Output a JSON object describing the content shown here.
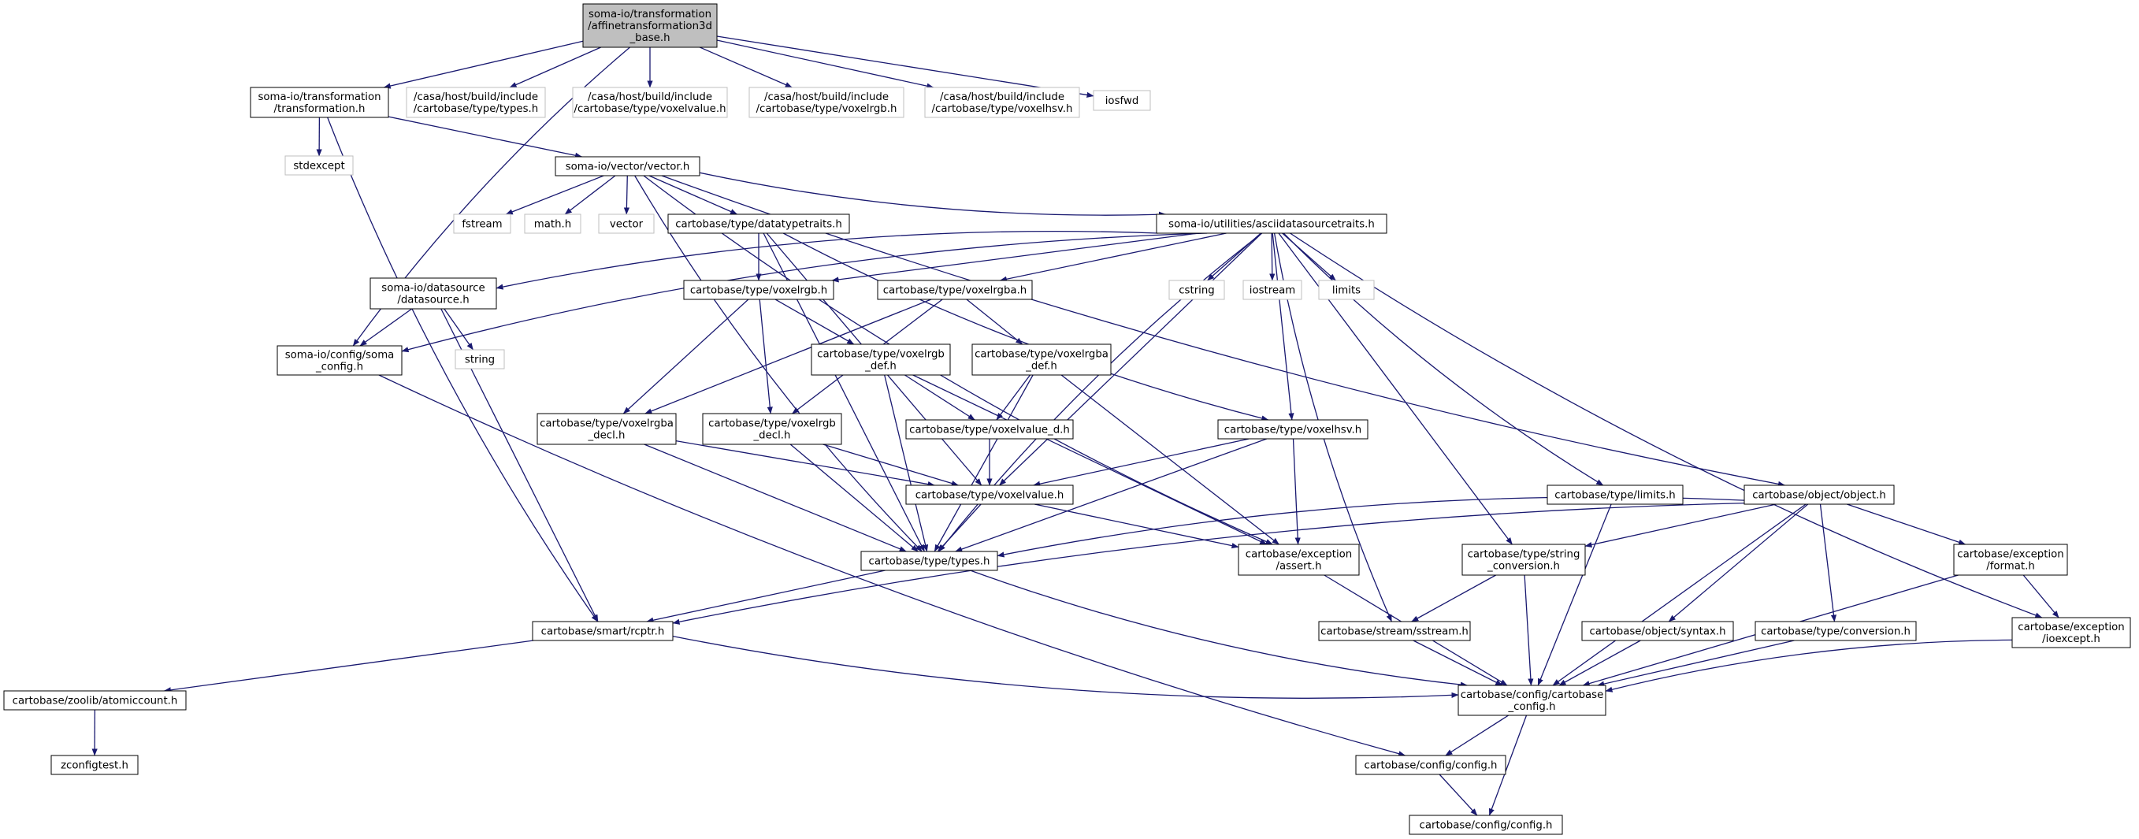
{
  "graph": {
    "colors": {
      "edge": "#191970",
      "node_border": "#000000",
      "node_border_external": "#bfbfbf",
      "node_fill": "#ffffff",
      "root_fill": "#bfbfbf",
      "text": "#000000"
    },
    "nodes": [
      {
        "id": "root",
        "lines": [
          "soma-io/transformation",
          "/affinetransformation3d",
          "_base.h"
        ],
        "kind": "root"
      },
      {
        "id": "transformation",
        "lines": [
          "soma-io/transformation",
          "/transformation.h"
        ],
        "kind": "internal"
      },
      {
        "id": "casa_types",
        "lines": [
          "/casa/host/build/include",
          "/cartobase/type/types.h"
        ],
        "kind": "external"
      },
      {
        "id": "casa_voxelvalue",
        "lines": [
          "/casa/host/build/include",
          "/cartobase/type/voxelvalue.h"
        ],
        "kind": "external"
      },
      {
        "id": "casa_voxelrgb",
        "lines": [
          "/casa/host/build/include",
          "/cartobase/type/voxelrgb.h"
        ],
        "kind": "external"
      },
      {
        "id": "casa_voxelhsv",
        "lines": [
          "/casa/host/build/include",
          "/cartobase/type/voxelhsv.h"
        ],
        "kind": "external"
      },
      {
        "id": "iosfwd",
        "lines": [
          "iosfwd"
        ],
        "kind": "external"
      },
      {
        "id": "stdexcept",
        "lines": [
          "stdexcept"
        ],
        "kind": "external"
      },
      {
        "id": "vector_h",
        "lines": [
          "soma-io/vector/vector.h"
        ],
        "kind": "internal"
      },
      {
        "id": "fstream",
        "lines": [
          "fstream"
        ],
        "kind": "external"
      },
      {
        "id": "math",
        "lines": [
          "math.h"
        ],
        "kind": "external"
      },
      {
        "id": "vector",
        "lines": [
          "vector"
        ],
        "kind": "external"
      },
      {
        "id": "datatypetraits",
        "lines": [
          "cartobase/type/datatypetraits.h"
        ],
        "kind": "internal"
      },
      {
        "id": "asciidst",
        "lines": [
          "soma-io/utilities/asciidatasourcetraits.h"
        ],
        "kind": "internal"
      },
      {
        "id": "datasource",
        "lines": [
          "soma-io/datasource",
          "/datasource.h"
        ],
        "kind": "internal"
      },
      {
        "id": "voxelrgb",
        "lines": [
          "cartobase/type/voxelrgb.h"
        ],
        "kind": "internal"
      },
      {
        "id": "voxelrgba",
        "lines": [
          "cartobase/type/voxelrgba.h"
        ],
        "kind": "internal"
      },
      {
        "id": "cstring",
        "lines": [
          "cstring"
        ],
        "kind": "external"
      },
      {
        "id": "iostream",
        "lines": [
          "iostream"
        ],
        "kind": "external"
      },
      {
        "id": "limits",
        "lines": [
          "limits"
        ],
        "kind": "external"
      },
      {
        "id": "soma_config",
        "lines": [
          "soma-io/config/soma",
          "_config.h"
        ],
        "kind": "internal"
      },
      {
        "id": "string",
        "lines": [
          "string"
        ],
        "kind": "external"
      },
      {
        "id": "voxelrgb_def",
        "lines": [
          "cartobase/type/voxelrgb",
          "_def.h"
        ],
        "kind": "internal"
      },
      {
        "id": "voxelrgba_def",
        "lines": [
          "cartobase/type/voxelrgba",
          "_def.h"
        ],
        "kind": "internal"
      },
      {
        "id": "voxelrgba_decl",
        "lines": [
          "cartobase/type/voxelrgba",
          "_decl.h"
        ],
        "kind": "internal"
      },
      {
        "id": "voxelrgb_decl",
        "lines": [
          "cartobase/type/voxelrgb",
          "_decl.h"
        ],
        "kind": "internal"
      },
      {
        "id": "voxelvalue_d",
        "lines": [
          "cartobase/type/voxelvalue_d.h"
        ],
        "kind": "internal"
      },
      {
        "id": "voxelhsv",
        "lines": [
          "cartobase/type/voxelhsv.h"
        ],
        "kind": "internal"
      },
      {
        "id": "voxelvalue",
        "lines": [
          "cartobase/type/voxelvalue.h"
        ],
        "kind": "internal"
      },
      {
        "id": "type_limits",
        "lines": [
          "cartobase/type/limits.h"
        ],
        "kind": "internal"
      },
      {
        "id": "object",
        "lines": [
          "cartobase/object/object.h"
        ],
        "kind": "internal"
      },
      {
        "id": "types",
        "lines": [
          "cartobase/type/types.h"
        ],
        "kind": "internal"
      },
      {
        "id": "assert",
        "lines": [
          "cartobase/exception",
          "/assert.h"
        ],
        "kind": "internal"
      },
      {
        "id": "string_conv",
        "lines": [
          "cartobase/type/string",
          "_conversion.h"
        ],
        "kind": "internal"
      },
      {
        "id": "exc_format",
        "lines": [
          "cartobase/exception",
          "/format.h"
        ],
        "kind": "internal"
      },
      {
        "id": "rcptr",
        "lines": [
          "cartobase/smart/rcptr.h"
        ],
        "kind": "internal"
      },
      {
        "id": "sstream",
        "lines": [
          "cartobase/stream/sstream.h"
        ],
        "kind": "internal"
      },
      {
        "id": "syntax",
        "lines": [
          "cartobase/object/syntax.h"
        ],
        "kind": "internal"
      },
      {
        "id": "conversion",
        "lines": [
          "cartobase/type/conversion.h"
        ],
        "kind": "internal"
      },
      {
        "id": "ioexcept",
        "lines": [
          "cartobase/exception",
          "/ioexcept.h"
        ],
        "kind": "internal"
      },
      {
        "id": "atomiccount",
        "lines": [
          "cartobase/zoolib/atomiccount.h"
        ],
        "kind": "internal"
      },
      {
        "id": "cartobase_config",
        "lines": [
          "cartobase/config/cartobase",
          "_config.h"
        ],
        "kind": "internal"
      },
      {
        "id": "zconfigtest",
        "lines": [
          "zconfigtest.h"
        ],
        "kind": "internal"
      },
      {
        "id": "config_config1",
        "lines": [
          "cartobase/config/config.h"
        ],
        "kind": "internal"
      },
      {
        "id": "config_config2",
        "lines": [
          "cartobase/config/config.h"
        ],
        "kind": "internal"
      }
    ],
    "edges": [
      [
        "root",
        "transformation"
      ],
      [
        "root",
        "casa_types"
      ],
      [
        "root",
        "casa_voxelvalue"
      ],
      [
        "root",
        "casa_voxelrgb"
      ],
      [
        "root",
        "casa_voxelhsv"
      ],
      [
        "root",
        "iosfwd"
      ],
      [
        "root",
        "soma_config"
      ],
      [
        "transformation",
        "stdexcept"
      ],
      [
        "transformation",
        "vector_h"
      ],
      [
        "transformation",
        "rcptr"
      ],
      [
        "vector_h",
        "fstream"
      ],
      [
        "vector_h",
        "math"
      ],
      [
        "vector_h",
        "vector"
      ],
      [
        "vector_h",
        "datatypetraits"
      ],
      [
        "vector_h",
        "asciidst"
      ],
      [
        "vector_h",
        "types"
      ],
      [
        "vector_h",
        "object"
      ],
      [
        "vector_h",
        "assert"
      ],
      [
        "datatypetraits",
        "voxelrgb"
      ],
      [
        "datatypetraits",
        "voxelhsv"
      ],
      [
        "datatypetraits",
        "voxelvalue"
      ],
      [
        "datatypetraits",
        "types"
      ],
      [
        "asciidst",
        "datasource"
      ],
      [
        "asciidst",
        "soma_config"
      ],
      [
        "asciidst",
        "voxelrgb"
      ],
      [
        "asciidst",
        "voxelrgba"
      ],
      [
        "asciidst",
        "cstring"
      ],
      [
        "asciidst",
        "iostream"
      ],
      [
        "asciidst",
        "limits"
      ],
      [
        "asciidst",
        "voxelhsv"
      ],
      [
        "asciidst",
        "voxelvalue"
      ],
      [
        "asciidst",
        "types"
      ],
      [
        "asciidst",
        "type_limits"
      ],
      [
        "asciidst",
        "string_conv"
      ],
      [
        "asciidst",
        "sstream"
      ],
      [
        "asciidst",
        "ioexcept"
      ],
      [
        "datasource",
        "soma_config"
      ],
      [
        "datasource",
        "string"
      ],
      [
        "datasource",
        "rcptr"
      ],
      [
        "soma_config",
        "config_config1"
      ],
      [
        "voxelrgb",
        "voxelrgb_def"
      ],
      [
        "voxelrgb",
        "voxelrgba_decl"
      ],
      [
        "voxelrgb",
        "voxelrgb_decl"
      ],
      [
        "voxelrgba",
        "voxelrgba_def"
      ],
      [
        "voxelrgba",
        "voxelrgba_decl"
      ],
      [
        "voxelrgba",
        "voxelrgb_decl"
      ],
      [
        "voxelrgb_def",
        "voxelvalue_d"
      ],
      [
        "voxelrgb_def",
        "types"
      ],
      [
        "voxelrgb_def",
        "assert"
      ],
      [
        "voxelrgba_def",
        "voxelvalue_d"
      ],
      [
        "voxelrgba_def",
        "types"
      ],
      [
        "voxelrgba_def",
        "assert"
      ],
      [
        "voxelrgba_decl",
        "voxelvalue"
      ],
      [
        "voxelrgba_decl",
        "types"
      ],
      [
        "voxelrgb_decl",
        "voxelvalue"
      ],
      [
        "voxelrgb_decl",
        "types"
      ],
      [
        "voxelvalue_d",
        "voxelvalue"
      ],
      [
        "voxelhsv",
        "voxelvalue"
      ],
      [
        "voxelhsv",
        "types"
      ],
      [
        "voxelhsv",
        "assert"
      ],
      [
        "voxelvalue",
        "types"
      ],
      [
        "voxelvalue",
        "assert"
      ],
      [
        "types",
        "rcptr"
      ],
      [
        "types",
        "cartobase_config"
      ],
      [
        "type_limits",
        "cartobase_config"
      ],
      [
        "object",
        "types"
      ],
      [
        "object",
        "string_conv"
      ],
      [
        "object",
        "exc_format"
      ],
      [
        "object",
        "rcptr"
      ],
      [
        "object",
        "syntax"
      ],
      [
        "object",
        "conversion"
      ],
      [
        "object",
        "cartobase_config"
      ],
      [
        "assert",
        "cartobase_config"
      ],
      [
        "string_conv",
        "sstream"
      ],
      [
        "string_conv",
        "cartobase_config"
      ],
      [
        "exc_format",
        "ioexcept"
      ],
      [
        "exc_format",
        "cartobase_config"
      ],
      [
        "rcptr",
        "atomiccount"
      ],
      [
        "rcptr",
        "cartobase_config"
      ],
      [
        "sstream",
        "cartobase_config"
      ],
      [
        "syntax",
        "cartobase_config"
      ],
      [
        "conversion",
        "cartobase_config"
      ],
      [
        "ioexcept",
        "cartobase_config"
      ],
      [
        "atomiccount",
        "zconfigtest"
      ],
      [
        "cartobase_config",
        "config_config1"
      ],
      [
        "cartobase_config",
        "config_config2"
      ],
      [
        "config_config1",
        "config_config2"
      ]
    ]
  }
}
